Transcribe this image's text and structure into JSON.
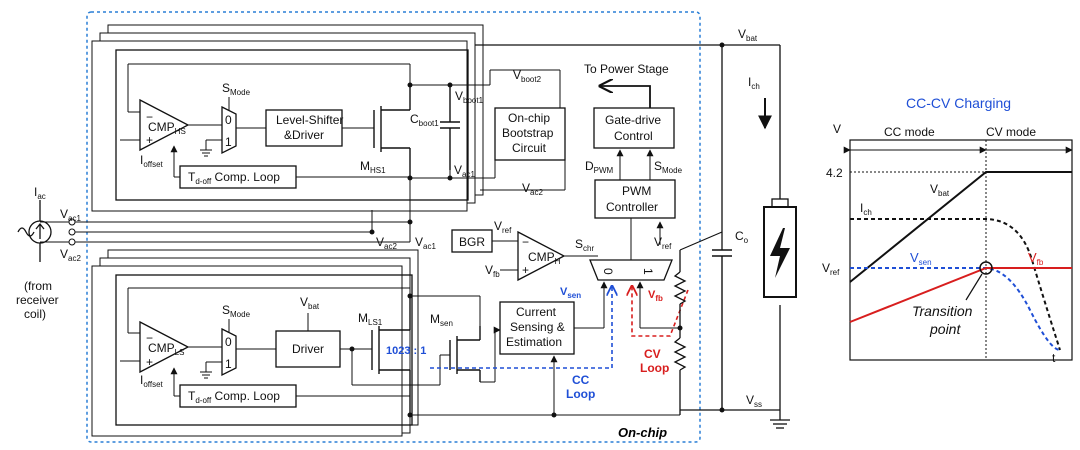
{
  "schematic": {
    "on_chip_label": "On-chip",
    "to_power_stage": "To Power Stage",
    "v_bat": "V",
    "v_bat_sub": "bat",
    "v_ss": "V",
    "v_ss_sub": "ss",
    "i_ch": "I",
    "i_ch_sub": "ch",
    "c_o": "C",
    "c_o_sub": "o",
    "i_ac": "I",
    "i_ac_sub": "ac",
    "v_ac1": "V",
    "v_ac1_sub": "ac1",
    "v_ac2": "V",
    "v_ac2_sub": "ac2",
    "source_note_1": "(from",
    "source_note_2": "receiver",
    "source_note_3": "coil)",
    "hs": {
      "cmp": "CMP",
      "cmp_sub": "HS",
      "smode": "S",
      "smode_sub": "Mode",
      "mux0": "0",
      "mux1": "1",
      "ioffset": "I",
      "ioffset_sub": "offset",
      "level_shifter_1": "Level-Shifter",
      "level_shifter_2": "&Driver",
      "mhs1": "M",
      "mhs1_sub": "HS1",
      "cboot1": "C",
      "cboot1_sub": "boot1",
      "vboot1": "V",
      "vboot1_sub": "boot1",
      "vboot2": "V",
      "vboot2_sub": "boot2",
      "vac1": "V",
      "vac1_sub": "ac1",
      "vac2": "V",
      "vac2_sub": "ac2",
      "bootstrap_1": "On-chip",
      "bootstrap_2": "Bootstrap",
      "bootstrap_3": "Circuit",
      "tdoff_1": "T",
      "tdoff_sub": "d-off",
      "tdoff_2": " Comp. Loop"
    },
    "ls": {
      "cmp": "CMP",
      "cmp_sub": "LS",
      "smode": "S",
      "smode_sub": "Mode",
      "mux0": "0",
      "mux1": "1",
      "ioffset": "I",
      "ioffset_sub": "offset",
      "vbat": "V",
      "vbat_sub": "bat",
      "driver": "Driver",
      "mls1": "M",
      "mls1_sub": "LS1",
      "msen": "M",
      "msen_sub": "sen",
      "ratio": "1023 : 1",
      "tdoff_1": "T",
      "tdoff_sub": "d-off",
      "tdoff_2": " Comp. Loop"
    },
    "control": {
      "gate_drive_1": "Gate-drive",
      "gate_drive_2": "Control",
      "dpwm": "D",
      "dpwm_sub": "PWM",
      "smode": "S",
      "smode_sub": "Mode",
      "pwm_1": "PWM",
      "pwm_2": "Controller",
      "bgr": "BGR",
      "vref": "V",
      "vref_sub": "ref",
      "vfb": "V",
      "vfb_sub": "fb",
      "cmph": "CMP",
      "cmph_sub": "H",
      "schr": "S",
      "schr_sub": "chr",
      "vref2": "V",
      "vref2_sub": "ref",
      "vsen": "V",
      "vsen_sub": "sen",
      "vfb_red": "V",
      "vfb_red_sub": "fb",
      "mux_0": "0",
      "mux_1": "1",
      "current_1": "Current",
      "current_2": "Sensing &",
      "current_3": "Estimation",
      "cc_loop_1": "CC",
      "cc_loop_2": "Loop",
      "cv_loop_1": "CV",
      "cv_loop_2": "Loop"
    }
  },
  "chart_data": {
    "type": "line",
    "title": "CC-CV Charging",
    "y_axis_label": "V",
    "x_axis_label": "t",
    "region_cc": "CC mode",
    "region_cv": "CV mode",
    "y_tick_42": "4.2",
    "y_tick_vref": "V",
    "y_tick_vref_sub": "ref",
    "label_vbat": "V",
    "label_vbat_sub": "bat",
    "label_ich": "I",
    "label_ich_sub": "ch",
    "label_vsen": "V",
    "label_vsen_sub": "sen",
    "label_vfb": "V",
    "label_vfb_sub": "fb",
    "transition_1": "Transition",
    "transition_2": "point",
    "colors": {
      "vbat": "#111111",
      "ich": "#111111",
      "vsen": "#1f4fd6",
      "vfb": "#d81e1e"
    }
  }
}
